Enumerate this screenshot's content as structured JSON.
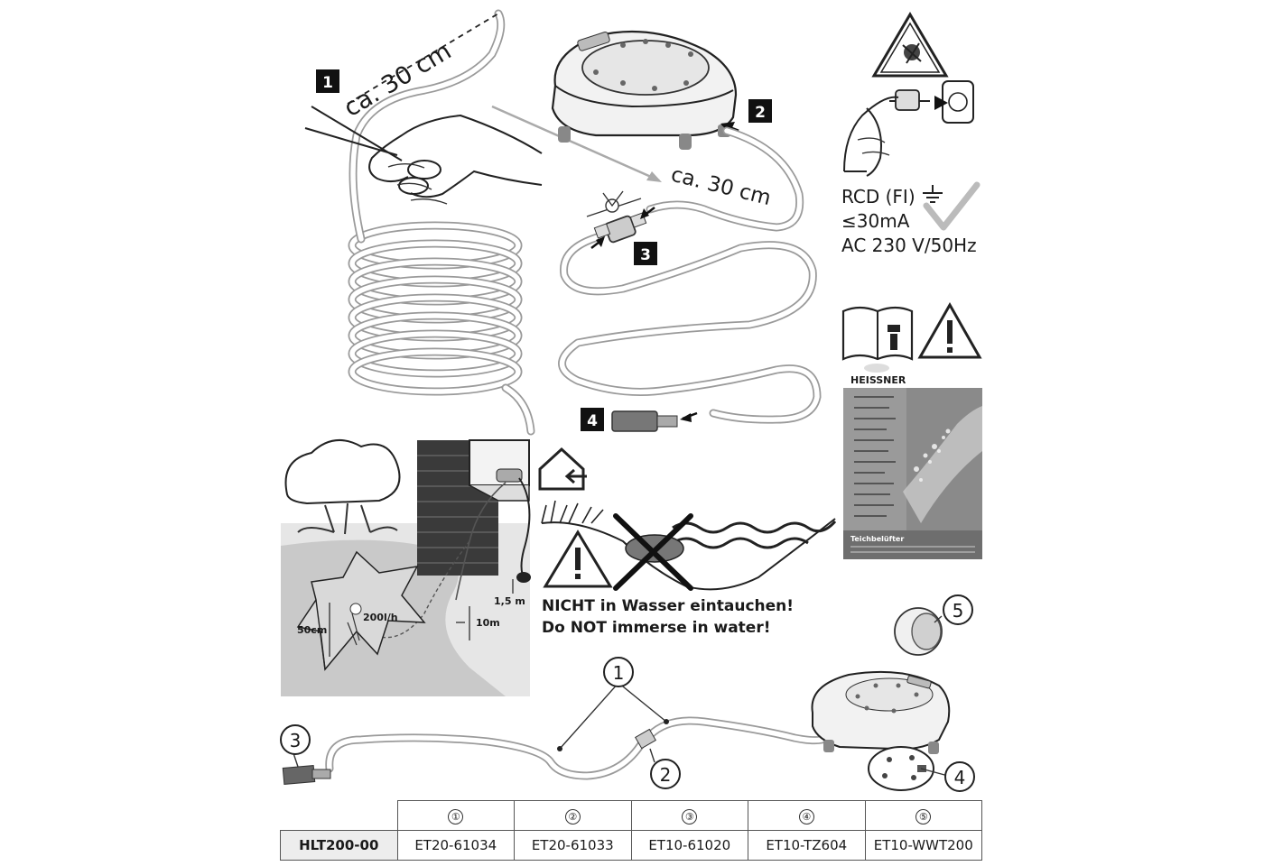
{
  "step_badges": {
    "s1": "1",
    "s2": "2",
    "s3": "3",
    "s4": "4"
  },
  "measurements": {
    "cut_length_top": "ca. 30 cm",
    "cut_length_mid": "ca. 30 cm",
    "depth_a": "1,5 m",
    "distance": "10m",
    "pond_depth": "50cm",
    "flow": "200l/h"
  },
  "electrical": {
    "rcd": "RCD (FI)",
    "current": "≤30mA",
    "voltage": "AC 230 V/50Hz"
  },
  "manual": {
    "brand": "HEISSNER",
    "cover_title": "Teichbelüfter"
  },
  "immersion_warning": {
    "german": "NICHT in Wasser eintauchen!",
    "english": "Do NOT immerse in water!"
  },
  "part_callouts": {
    "c1": "1",
    "c2": "2",
    "c3": "3",
    "c4": "4",
    "c5": "5"
  },
  "parts_table": {
    "headers": [
      "①",
      "②",
      "③",
      "④",
      "⑤"
    ],
    "model": "HLT200-00",
    "codes": [
      "ET20-61034",
      "ET20-61033",
      "ET10-61020",
      "ET10-TZ604",
      "ET10-WWT200"
    ]
  },
  "icons": [
    "scissors-icon",
    "hand-icon",
    "air-pump",
    "check-valve",
    "air-stone",
    "warning-electric-icon",
    "plug-socket-icon",
    "earth-ground-icon",
    "checkmark-icon",
    "manual-book-icon",
    "info-icon",
    "warning-icon",
    "house-indoor-icon",
    "no-immerse-icon"
  ],
  "colors": {
    "line": "#1a1a1a",
    "hose": "#9a9a9a",
    "badge": "#111111",
    "pond": "#c9c9c9",
    "manual_cover": "#8a8a8a"
  }
}
